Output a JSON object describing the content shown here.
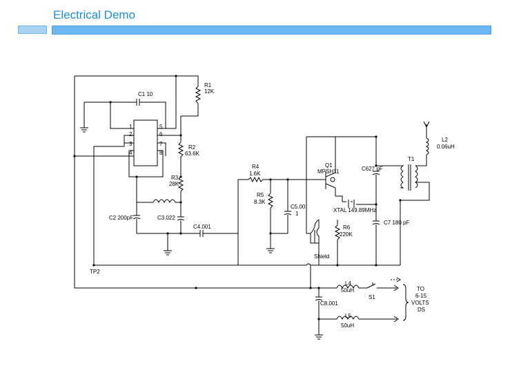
{
  "header": {
    "title": "Electrical Demo"
  },
  "labels": {
    "c1": "C1 10",
    "r1": "R1",
    "r1_val": "12K",
    "pin1": "1",
    "pin2": "2",
    "pin3": "3",
    "pin4": "4",
    "pin5": "5",
    "pin6": "6",
    "pin7": "7",
    "pin8": "8",
    "r2": "R2",
    "r2_val": "63.6K",
    "r3": "R3",
    "r3_val": "28K",
    "c2": "C2 200pF",
    "c3": "C3.022",
    "c4": "C4.001",
    "r4": "R4",
    "r4_val": "1.6K",
    "r5": "R5",
    "r5_val": "8.3K",
    "c5": "C5.00",
    "c5_val": "1",
    "q1": "Q1",
    "q1_val": "MPSH11",
    "c6": "C627 pF",
    "t1": "T1",
    "l2": "L2",
    "l2_val": "0.06uH",
    "xtal": "XTAL 149.89MHz",
    "r6": "R6",
    "r6_val": "220K",
    "c7": "C7 180 pF",
    "shield": "Shield",
    "tp2": "TP2",
    "l4": "L4",
    "l4_val": "50uH",
    "s1": "S1",
    "c8": "C8.001",
    "l5": "L5",
    "l5_val": "50uH",
    "to1": "TO",
    "to2": "6-15",
    "to3": "VOLTS",
    "to4": "DS"
  }
}
